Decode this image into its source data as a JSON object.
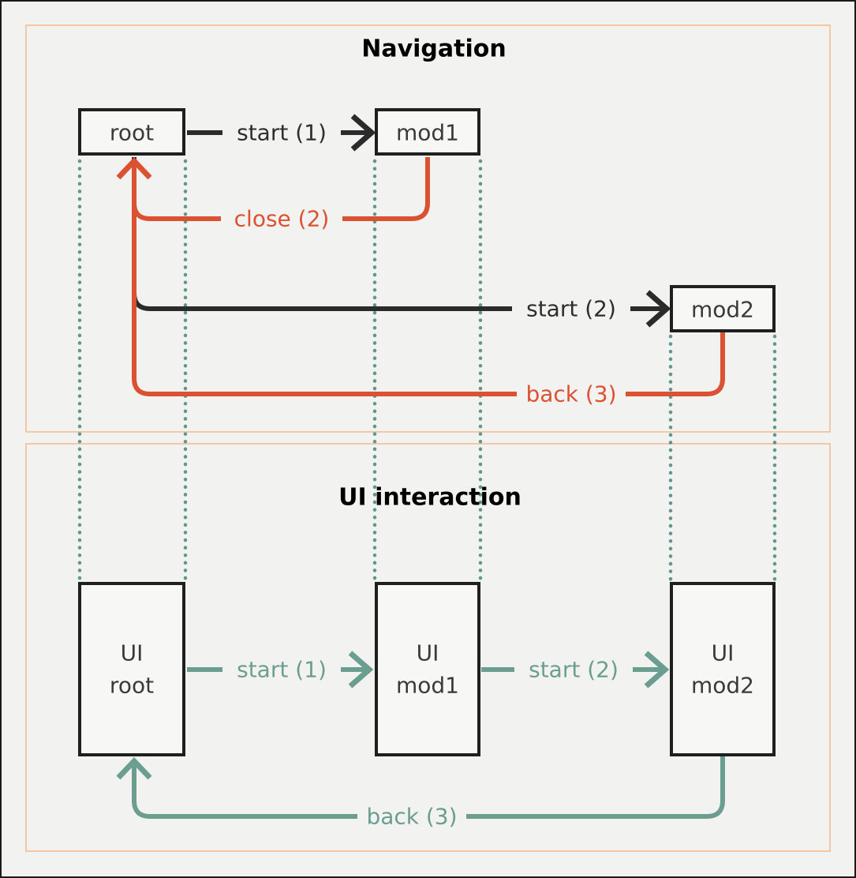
{
  "colors": {
    "background": "#f2f2f1",
    "box_fill": "#f7f7f5",
    "box_border": "#1f1f1f",
    "section_frame": "#f2c9a4",
    "black_edge": "#2b2b2b",
    "red_edge": "#db5233",
    "teal_edge": "#6b9e90",
    "teal_dots": "#5f978d",
    "node_text": "#3a3a3a",
    "title_text": "#000000"
  },
  "sections": {
    "navigation": {
      "title": "Navigation"
    },
    "ui_interaction": {
      "title": "UI interaction"
    }
  },
  "nav_nodes": {
    "root": "root",
    "mod1": "mod1",
    "mod2": "mod2"
  },
  "nav_edges": {
    "start1": "start (1)",
    "close2": "close (2)",
    "start2": "start (2)",
    "back3": "back (3)"
  },
  "ui_nodes": {
    "root": {
      "line1": "UI",
      "line2": "root"
    },
    "mod1": {
      "line1": "UI",
      "line2": "mod1"
    },
    "mod2": {
      "line1": "UI",
      "line2": "mod2"
    }
  },
  "ui_edges": {
    "start1": "start (1)",
    "start2": "start (2)",
    "back3": "back (3)"
  }
}
